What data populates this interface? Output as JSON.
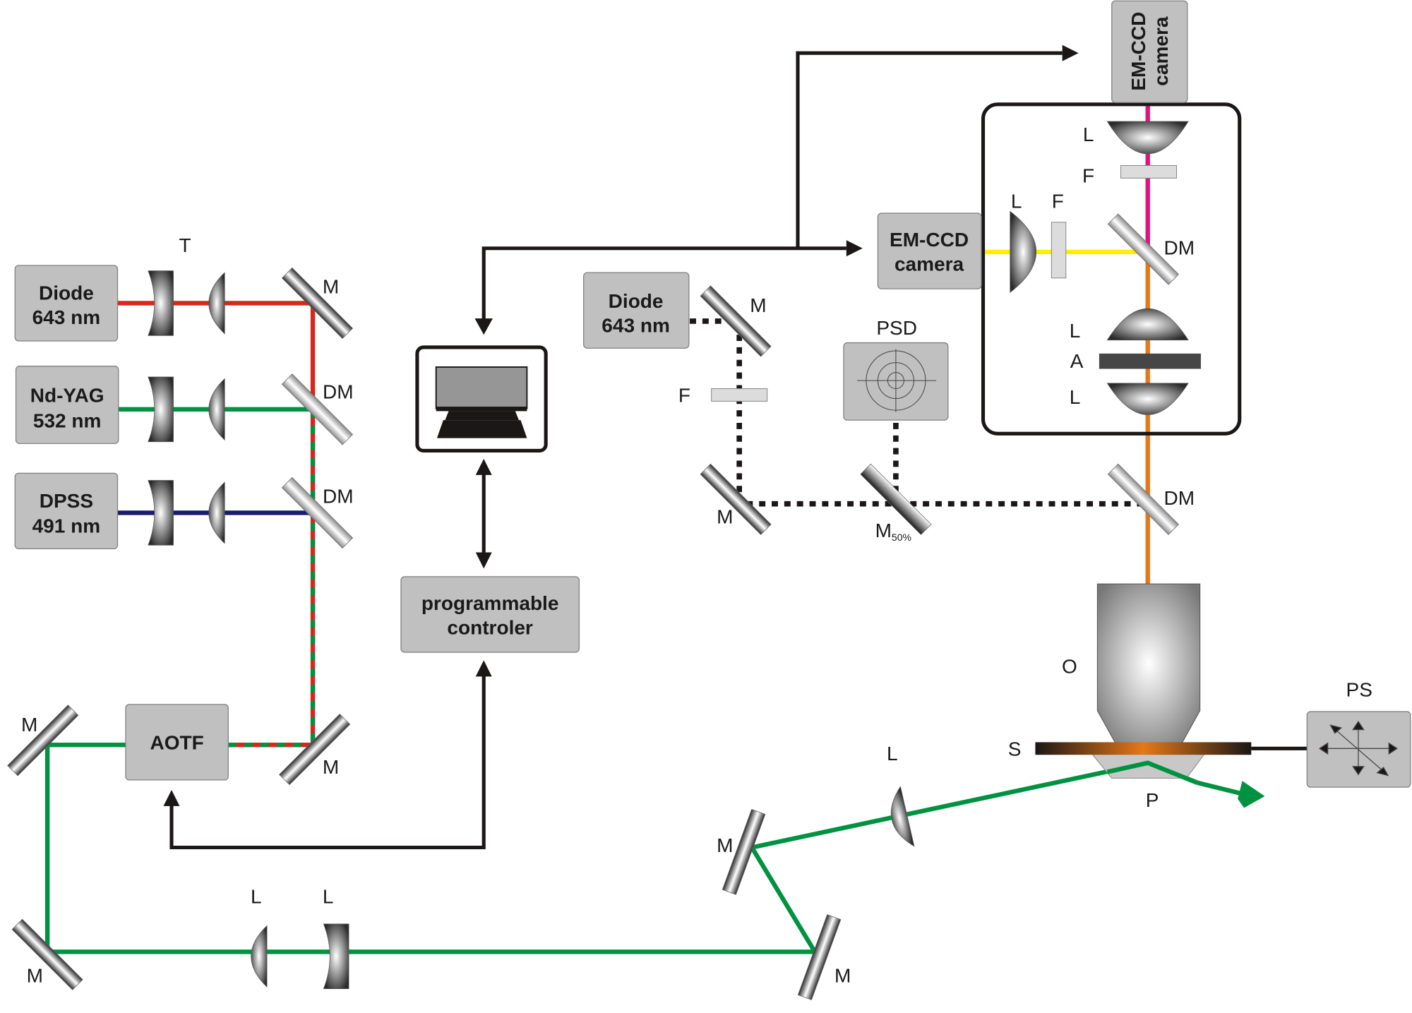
{
  "title": "Optical setup schematic: TIRF microscope with laser combiner, AOTF and focus-lock",
  "colors": {
    "red_beam": "#d7261e",
    "green_beam": "#009240",
    "blue_beam": "#1a1a6e",
    "magenta_beam": "#e0147c",
    "yellow_beam": "#ffee00",
    "orange_beam": "#e67817",
    "box_fill": "#c0c0c0",
    "wire": "#1a1716"
  },
  "sources": [
    {
      "line1": "Diode",
      "line2": "643 nm"
    },
    {
      "line1": "Nd-YAG",
      "line2": "532 nm"
    },
    {
      "line1": "DPSS",
      "line2": "491 nm"
    }
  ],
  "focus_laser": {
    "line1": "Diode",
    "line2": "643 nm"
  },
  "boxes": {
    "aotf": "AOTF",
    "controller_line1": "programmable",
    "controller_line2": "controler",
    "camera_side_line1": "EM-CCD",
    "camera_side_line2": "camera",
    "camera_top_line1": "EM-CCD",
    "camera_top_line2": "camera",
    "psd": "PSD",
    "ps": "PS"
  },
  "labels": {
    "telescope": "T",
    "mirror": "M",
    "dichroic": "DM",
    "lens": "L",
    "filter": "F",
    "aperture": "A",
    "objective": "O",
    "sample": "S",
    "prism": "P",
    "mirror_50_main": "M",
    "mirror_50_sub": "50%"
  }
}
